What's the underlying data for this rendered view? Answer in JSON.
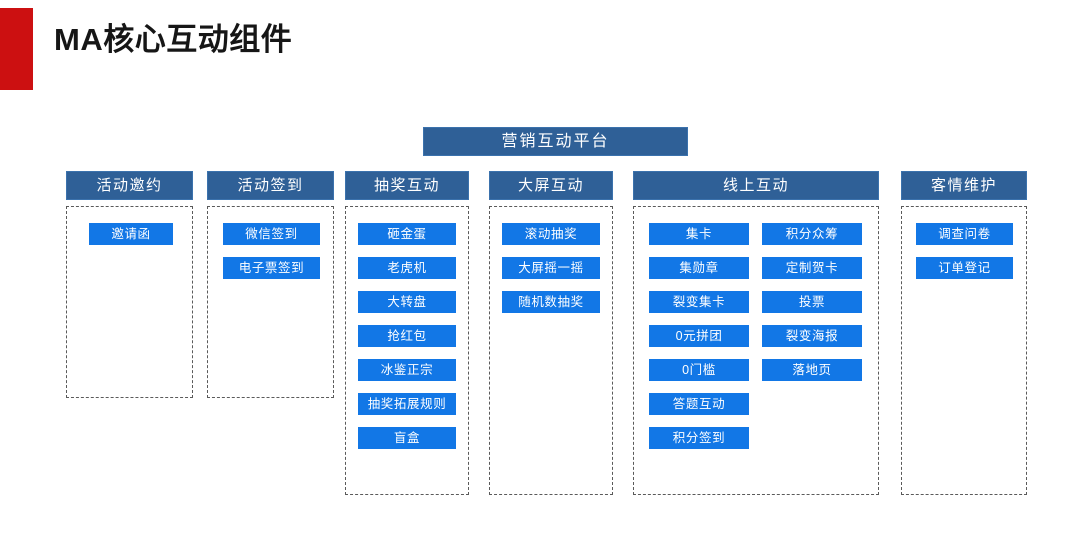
{
  "slide": {
    "title": "MA核心互动组件",
    "accent_color": "#cc1011",
    "header_color": "#2f6097",
    "node_color": "#1277e6",
    "dash_border_color": "#5a5a5a"
  },
  "diagram": {
    "root": {
      "label": "营销互动平台"
    },
    "columns": [
      {
        "header": "活动邀约",
        "groups": [
          {
            "items": [
              {
                "label": "邀请函"
              }
            ]
          }
        ]
      },
      {
        "header": "活动签到",
        "groups": [
          {
            "items": [
              {
                "label": "微信签到"
              },
              {
                "label": "电子票签到"
              }
            ]
          }
        ]
      },
      {
        "header": "抽奖互动",
        "groups": [
          {
            "items": [
              {
                "label": "砸金蛋"
              },
              {
                "label": "老虎机"
              },
              {
                "label": "大转盘"
              },
              {
                "label": "抢红包"
              },
              {
                "label": "冰鉴正宗"
              },
              {
                "label": "抽奖拓展规则"
              },
              {
                "label": "盲盒"
              }
            ]
          }
        ]
      },
      {
        "header": "大屏互动",
        "groups": [
          {
            "items": [
              {
                "label": "滚动抽奖"
              },
              {
                "label": "大屏摇一摇"
              },
              {
                "label": "随机数抽奖"
              }
            ]
          }
        ]
      },
      {
        "header": "线上互动",
        "groups": [
          {
            "items": [
              {
                "label": "集卡"
              },
              {
                "label": "集勋章"
              },
              {
                "label": "裂变集卡"
              },
              {
                "label": "0元拼团"
              },
              {
                "label": "0门槛"
              },
              {
                "label": "答题互动"
              },
              {
                "label": "积分签到"
              }
            ]
          },
          {
            "items": [
              {
                "label": "积分众筹"
              },
              {
                "label": "定制贺卡"
              },
              {
                "label": "投票"
              },
              {
                "label": "裂变海报"
              },
              {
                "label": "落地页"
              }
            ]
          }
        ]
      },
      {
        "header": "客情维护",
        "groups": [
          {
            "items": [
              {
                "label": "调查问卷"
              },
              {
                "label": "订单登记"
              }
            ]
          }
        ]
      }
    ]
  }
}
